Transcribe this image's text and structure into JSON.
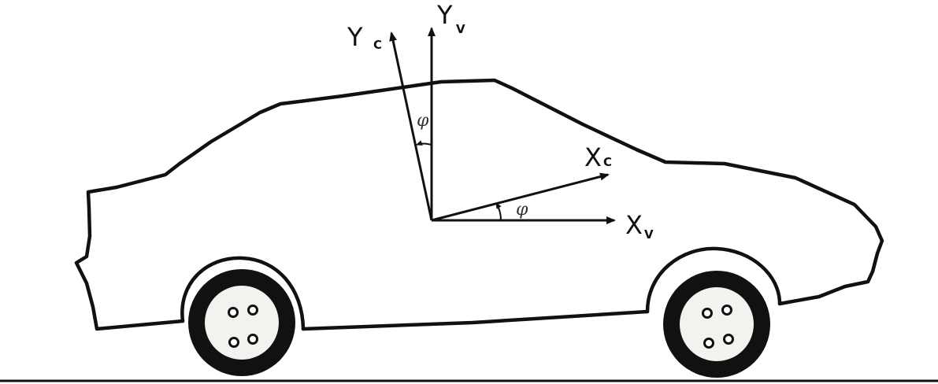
{
  "axes": {
    "camera_y": {
      "main": "Y",
      "sub": "C"
    },
    "vehicle_y": {
      "main": "Y",
      "sub": "V"
    },
    "camera_x": {
      "main": "X",
      "sub": "C"
    },
    "vehicle_x": {
      "main": "X",
      "sub": "V"
    }
  },
  "angles": {
    "roll_top": "φ",
    "roll_bottom": "φ"
  },
  "colors": {
    "line": "#111111",
    "background": "#ffffff",
    "hub": "#f2f2ee"
  }
}
